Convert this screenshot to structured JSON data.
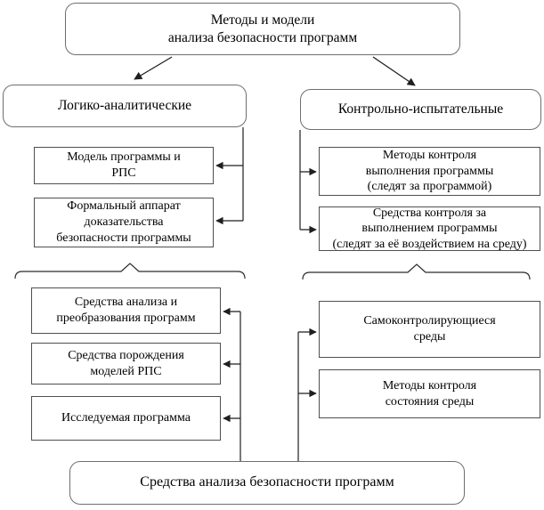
{
  "diagram": {
    "title": "Методы и модели\nанализа безопасности программ",
    "branches": {
      "logical": "Логико-аналитические",
      "control": "Контрольно-испытательные"
    },
    "logical_methods": [
      "Модель программы и\nРПС",
      "Формальный аппарат\nдоказательства\nбезопасности программы"
    ],
    "control_methods": [
      "Методы контроля\nвыполнения программы\n(следят за программой)",
      "Средства контроля за\nвыполнением программы\n(следят за её воздействием на среду)"
    ],
    "logical_tools": [
      "Средства анализа и\nпреобразования программ",
      "Средства порождения\nмоделей РПС",
      "Исследуемая программа"
    ],
    "control_tools": [
      "Самоконтролирующиеся\nсреды",
      "Методы контроля\nсостояния среды"
    ],
    "footer": "Средства анализа безопасности программ"
  },
  "colors": {
    "background": "#ffffff",
    "rect_border": "#4f4f4f",
    "rounded_border": "#6e6e6e",
    "line": "#1f1f1f",
    "text": "#000000"
  }
}
